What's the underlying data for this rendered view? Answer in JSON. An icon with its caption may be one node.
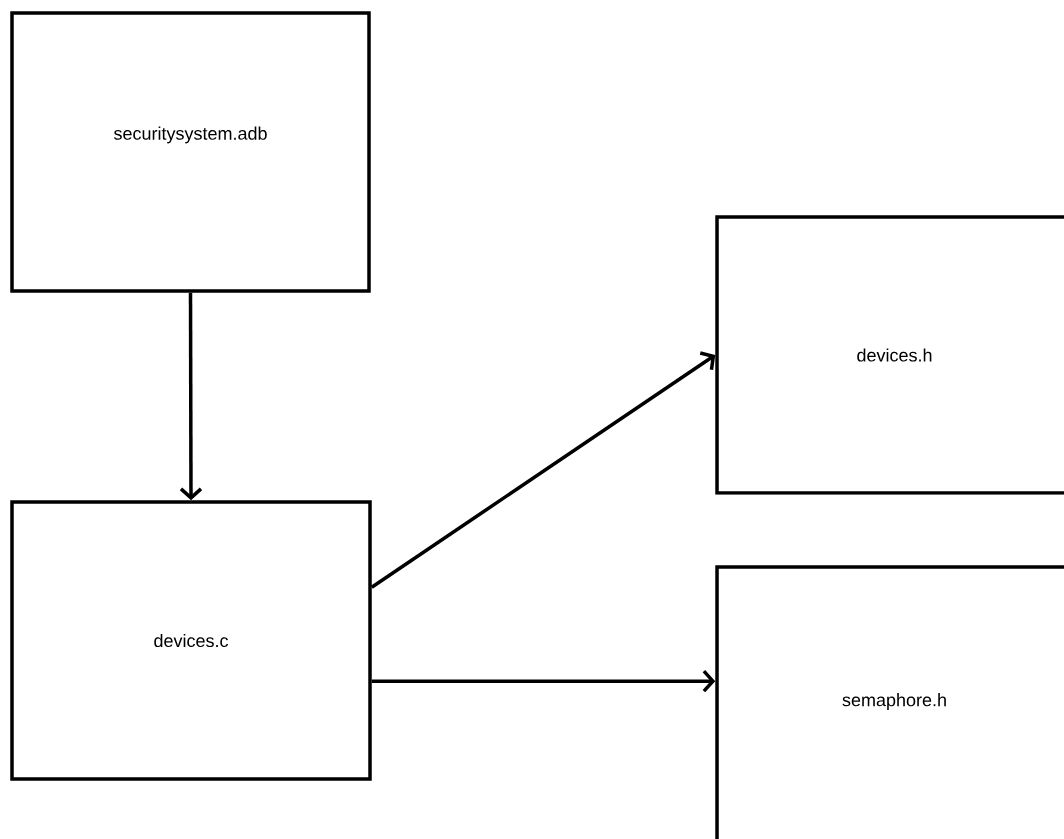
{
  "diagram": {
    "nodes": [
      {
        "text": [
          "securitysystem.adb"
        ]
      },
      {
        "text": [
          "devices.c"
        ]
      },
      {
        "text": [
          "devices.h"
        ]
      },
      {
        "text": [
          "semaphore.h"
        ]
      }
    ],
    "edges": [
      {
        "from": 0,
        "to": 1,
        "arrow": "to"
      },
      {
        "from": 1,
        "to": 2,
        "arrow": "to"
      },
      {
        "from": 1,
        "to": 3,
        "arrow": "to"
      }
    ]
  }
}
